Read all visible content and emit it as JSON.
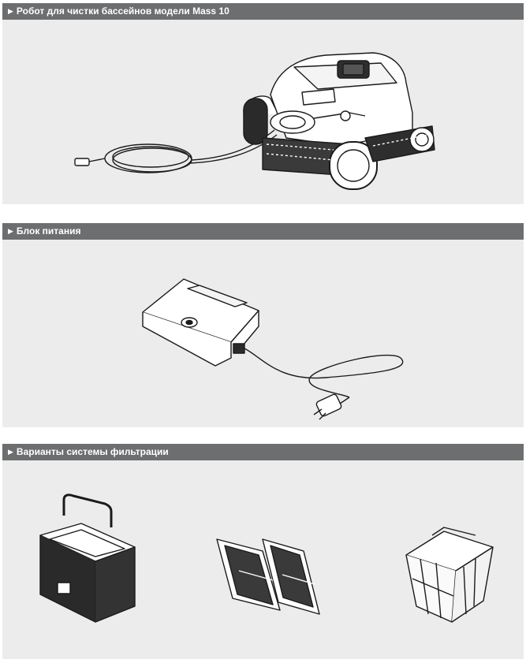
{
  "sections": [
    {
      "title": "Робот для чистки бассейнов модели Mass 10",
      "image_icon": "pool-robot-with-cable"
    },
    {
      "title": "Блок питания",
      "image_icon": "power-supply-with-plug"
    },
    {
      "title": "Варианты системы фильтрации",
      "image_icons": [
        "basket-filter",
        "panel-filters",
        "fine-mesh-basket"
      ]
    }
  ],
  "header_arrow": "▶"
}
